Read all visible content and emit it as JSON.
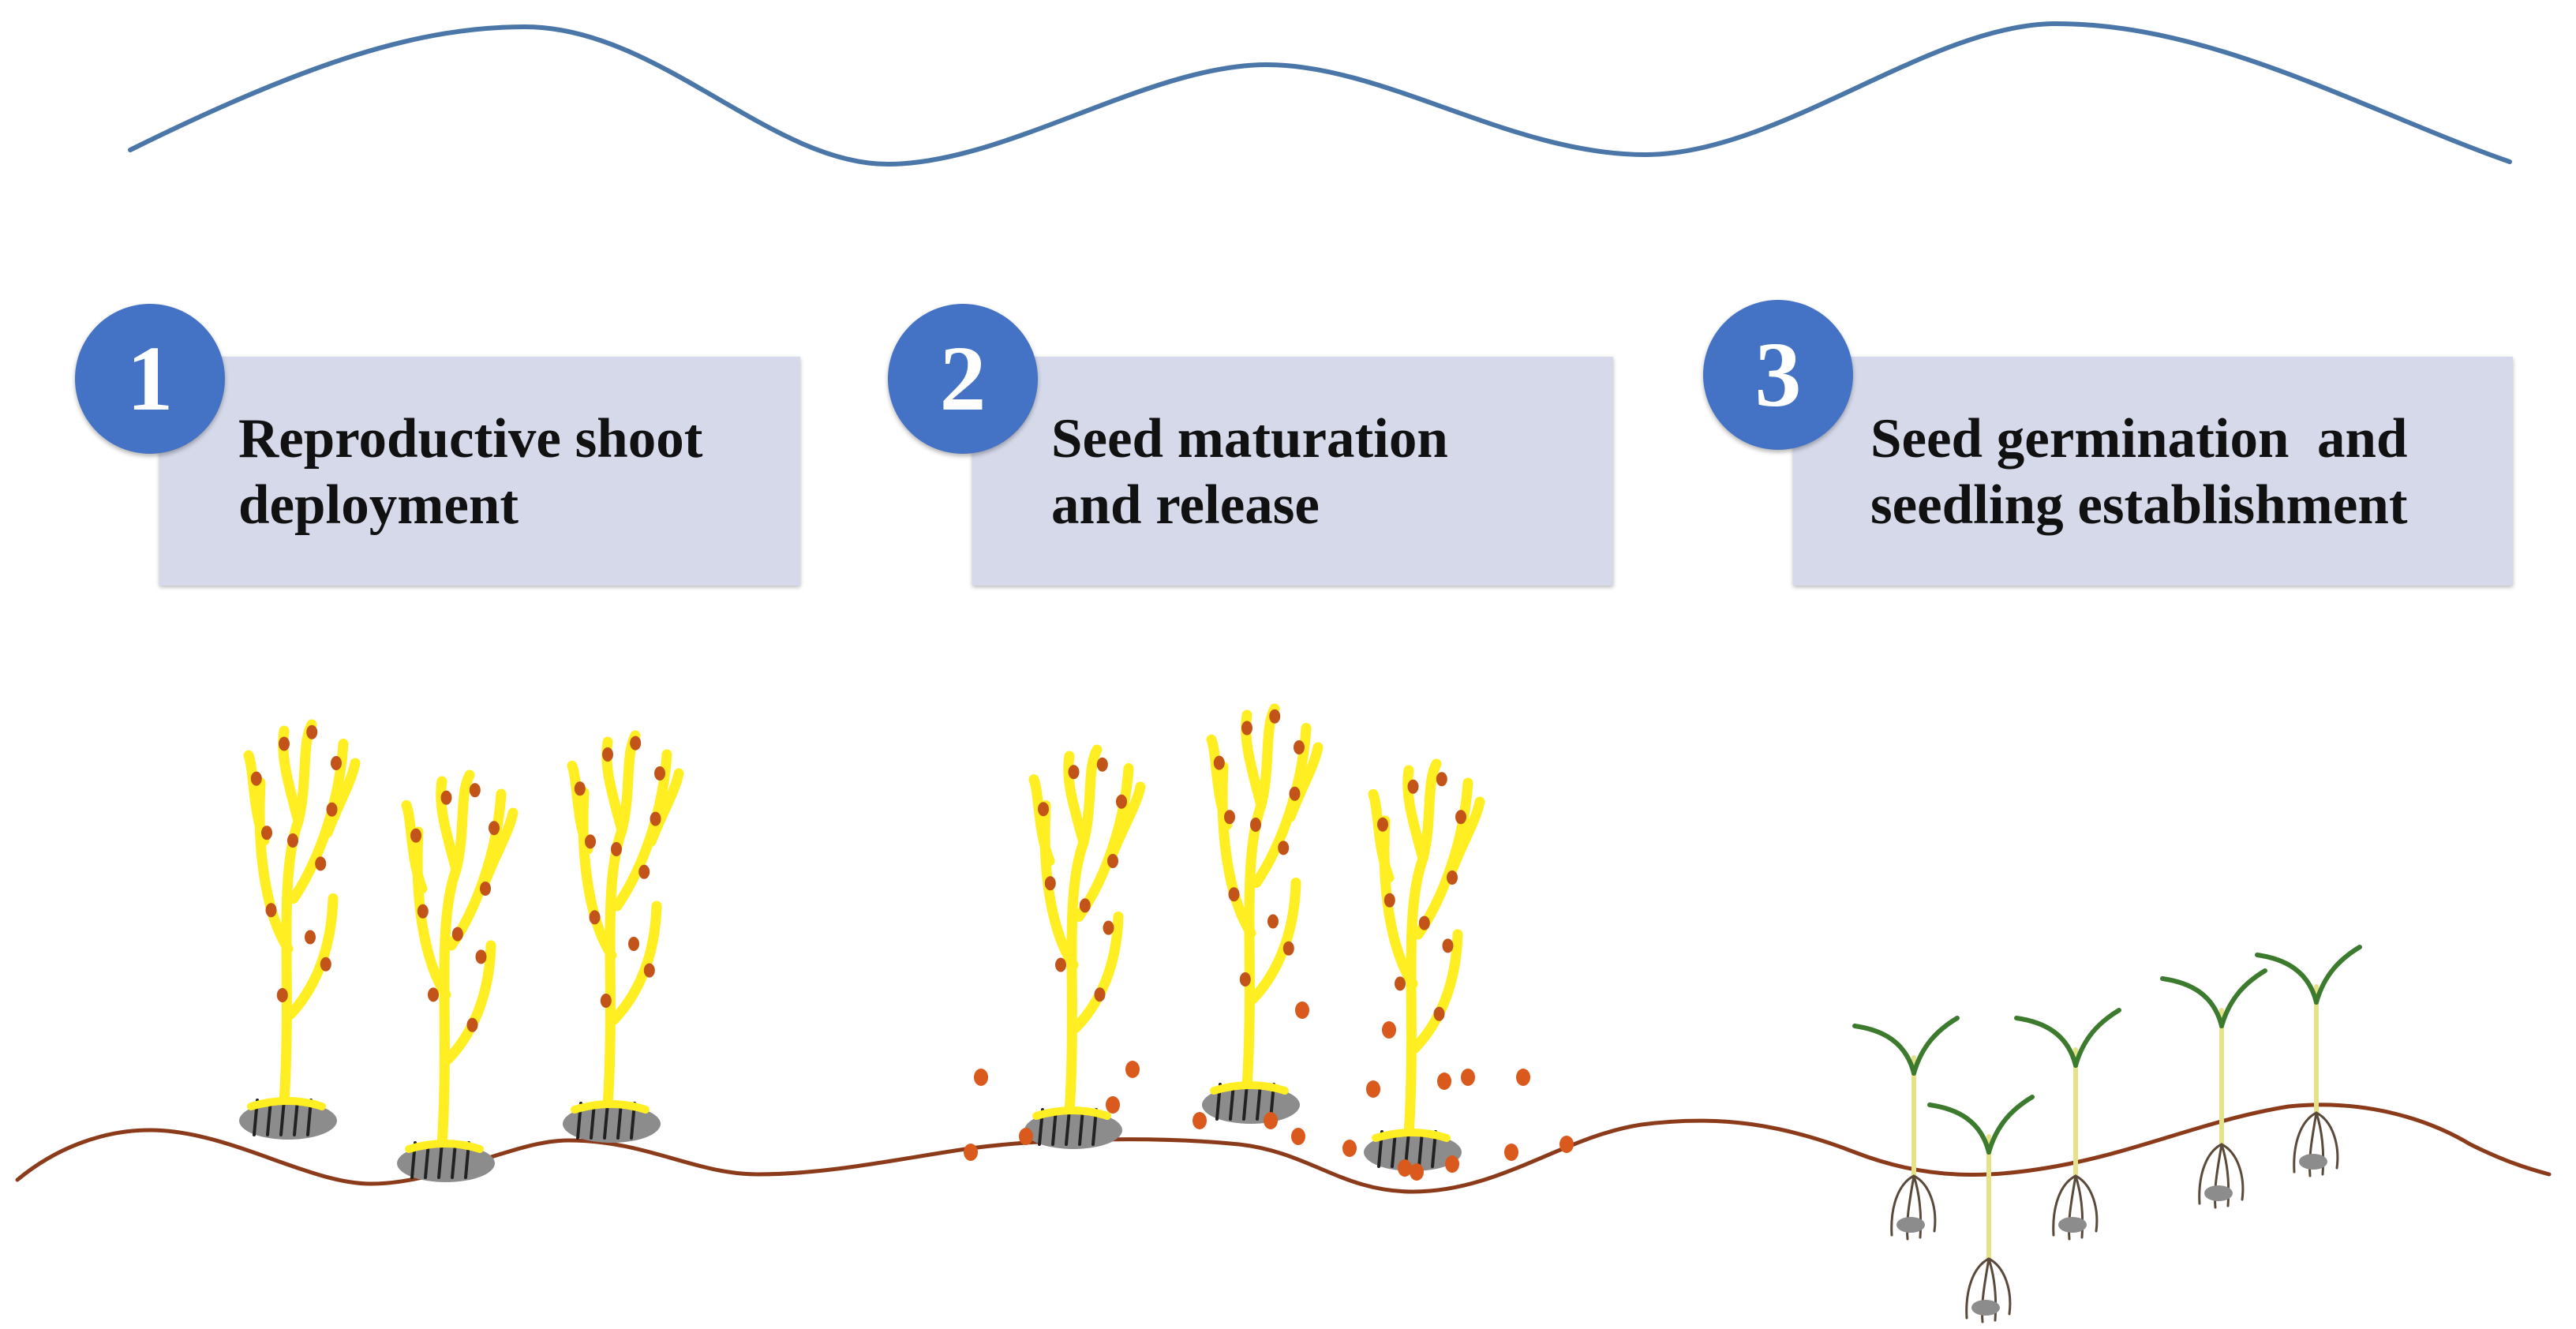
{
  "steps": [
    {
      "number": "1",
      "lines": [
        "Reproductive shoot",
        "deployment"
      ]
    },
    {
      "number": "2",
      "lines": [
        "Seed maturation",
        "and release"
      ]
    },
    {
      "number": "3",
      "lines": [
        "Seed germination  and",
        "seedling establishment"
      ]
    }
  ],
  "colors": {
    "water_surface": "#4a76a8",
    "sediment": "#8b3a1a",
    "badge": "#4472c4",
    "label_box": "#d5d9ea",
    "label_text": "#111111",
    "shoot": "#ffee22",
    "receptacle_spot": "#c2541a",
    "seed": "#d95a1c",
    "rock": "#8c8c8c",
    "holdfast": "#222222",
    "seedling_leaf": "#3c7a2e",
    "seedling_stem": "#e6e28a",
    "seedling_root": "#5a4a3a"
  },
  "icons": {
    "water": "wave-line",
    "sediment": "wavy-seabed-line",
    "shoot": "branched-yellow-frond",
    "seed": "orange-dot",
    "substrate": "grey-pebble",
    "seedling": "two-leaf-sprout"
  }
}
